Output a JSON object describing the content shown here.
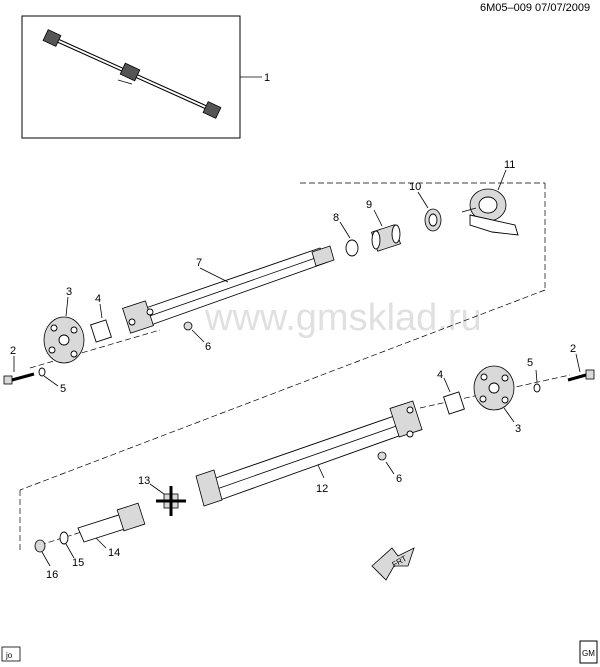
{
  "header": {
    "code": "6M05–009 07/07/2009"
  },
  "watermark": "www.gmsklad.ru",
  "callouts": {
    "c1": "1",
    "c2a": "2",
    "c2b": "2",
    "c3a": "3",
    "c3b": "3",
    "c4a": "4",
    "c4b": "4",
    "c5a": "5",
    "c5b": "5",
    "c6a": "6",
    "c6b": "6",
    "c7": "7",
    "c8": "8",
    "c9": "9",
    "c10": "10",
    "c11": "11",
    "c12": "12",
    "c13": "13",
    "c14": "14",
    "c15": "15",
    "c16": "16"
  },
  "front_arrow": "FRT",
  "footer": {
    "left_tag": "jo",
    "right_tag": "GM"
  }
}
